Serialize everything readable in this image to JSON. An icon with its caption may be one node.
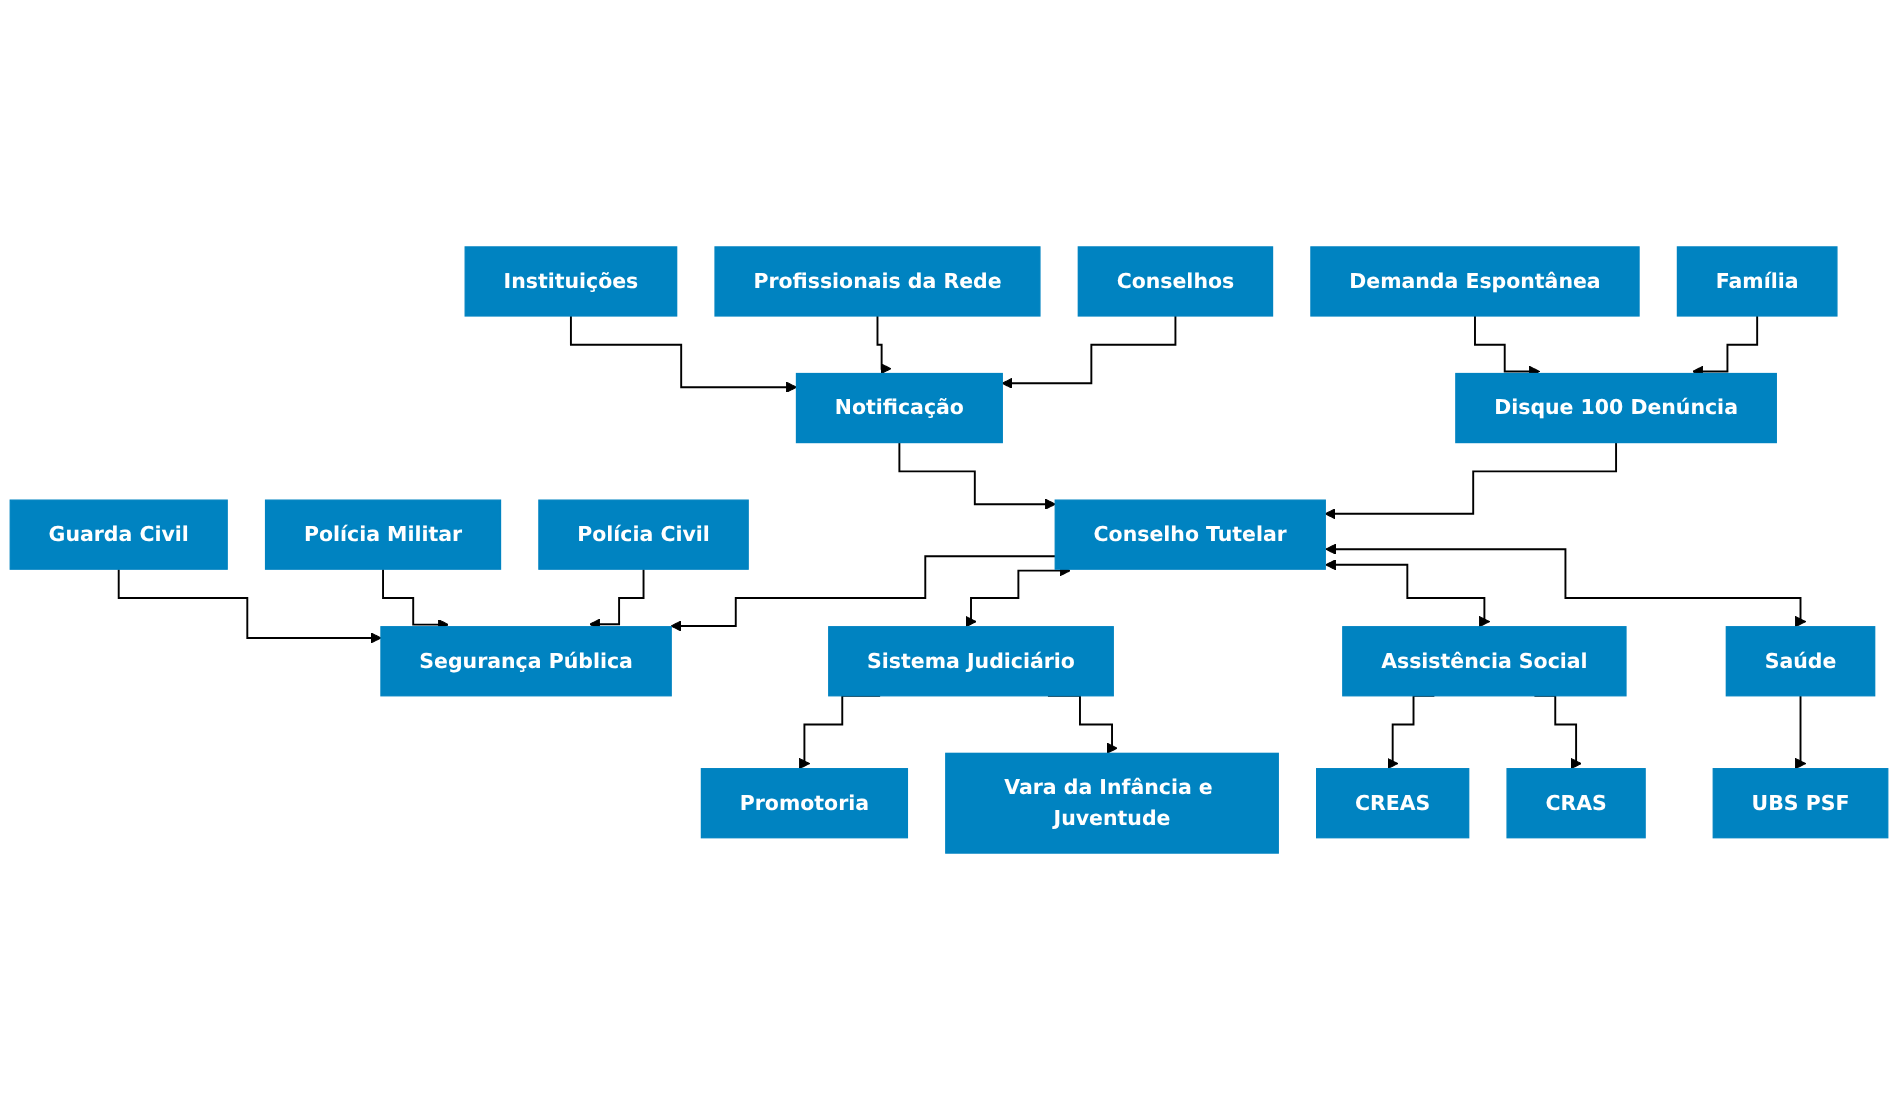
{
  "diagram": {
    "nodes": [
      {
        "text": [
          "Família"
        ]
      },
      {
        "text": [
          "Demanda Espontânea"
        ]
      },
      {
        "text": [
          "Conselhos"
        ]
      },
      {
        "text": [
          "Profissionais da Rede"
        ]
      },
      {
        "text": [
          "Instituições"
        ]
      },
      {
        "text": [
          "Disque 100 Denúncia"
        ]
      },
      {
        "text": [
          "Conselho Tutelar"
        ]
      },
      {
        "text": [
          "Notificação"
        ]
      },
      {
        "text": [
          "Segurança Pública"
        ]
      },
      {
        "text": [
          "Sistema Judiciário"
        ]
      },
      {
        "text": [
          "Assistência Social"
        ]
      },
      {
        "text": [
          "Saúde"
        ]
      },
      {
        "text": [
          "Polícia Civil"
        ]
      },
      {
        "text": [
          "Polícia Militar"
        ]
      },
      {
        "text": [
          "Guarda Civil"
        ]
      },
      {
        "text": [
          "CREAS"
        ]
      },
      {
        "text": [
          "CRAS"
        ]
      },
      {
        "text": [
          "UBS PSF"
        ]
      },
      {
        "text": [
          "Promotoria"
        ]
      },
      {
        "text": [
          "Vara da Infância e Juventude"
        ]
      }
    ],
    "edges": [
      {
        "from": 0,
        "to": 5,
        "arrow": "to"
      },
      {
        "from": 1,
        "to": 5,
        "arrow": "to"
      },
      {
        "from": 5,
        "to": 6,
        "arrow": "to"
      },
      {
        "from": 2,
        "to": 7,
        "arrow": "to"
      },
      {
        "from": 3,
        "to": 7,
        "arrow": "to"
      },
      {
        "from": 4,
        "to": 7,
        "arrow": "to"
      },
      {
        "from": 7,
        "to": 6,
        "arrow": "to"
      },
      {
        "from": 6,
        "to": 8,
        "arrow": "to"
      },
      {
        "from": 6,
        "to": 9,
        "arrow": "both"
      },
      {
        "from": 6,
        "to": 10,
        "arrow": "both"
      },
      {
        "from": 6,
        "to": 11,
        "arrow": "both"
      },
      {
        "from": 12,
        "to": 8,
        "arrow": "to"
      },
      {
        "from": 13,
        "to": 8,
        "arrow": "to"
      },
      {
        "from": 14,
        "to": 8,
        "arrow": "to"
      },
      {
        "from": 10,
        "to": 15,
        "arrow": "to"
      },
      {
        "from": 10,
        "to": 16,
        "arrow": "to"
      },
      {
        "from": 11,
        "to": 17,
        "arrow": "to"
      },
      {
        "from": 9,
        "to": 18,
        "arrow": "to"
      },
      {
        "from": 9,
        "to": 19,
        "arrow": "to"
      }
    ]
  }
}
